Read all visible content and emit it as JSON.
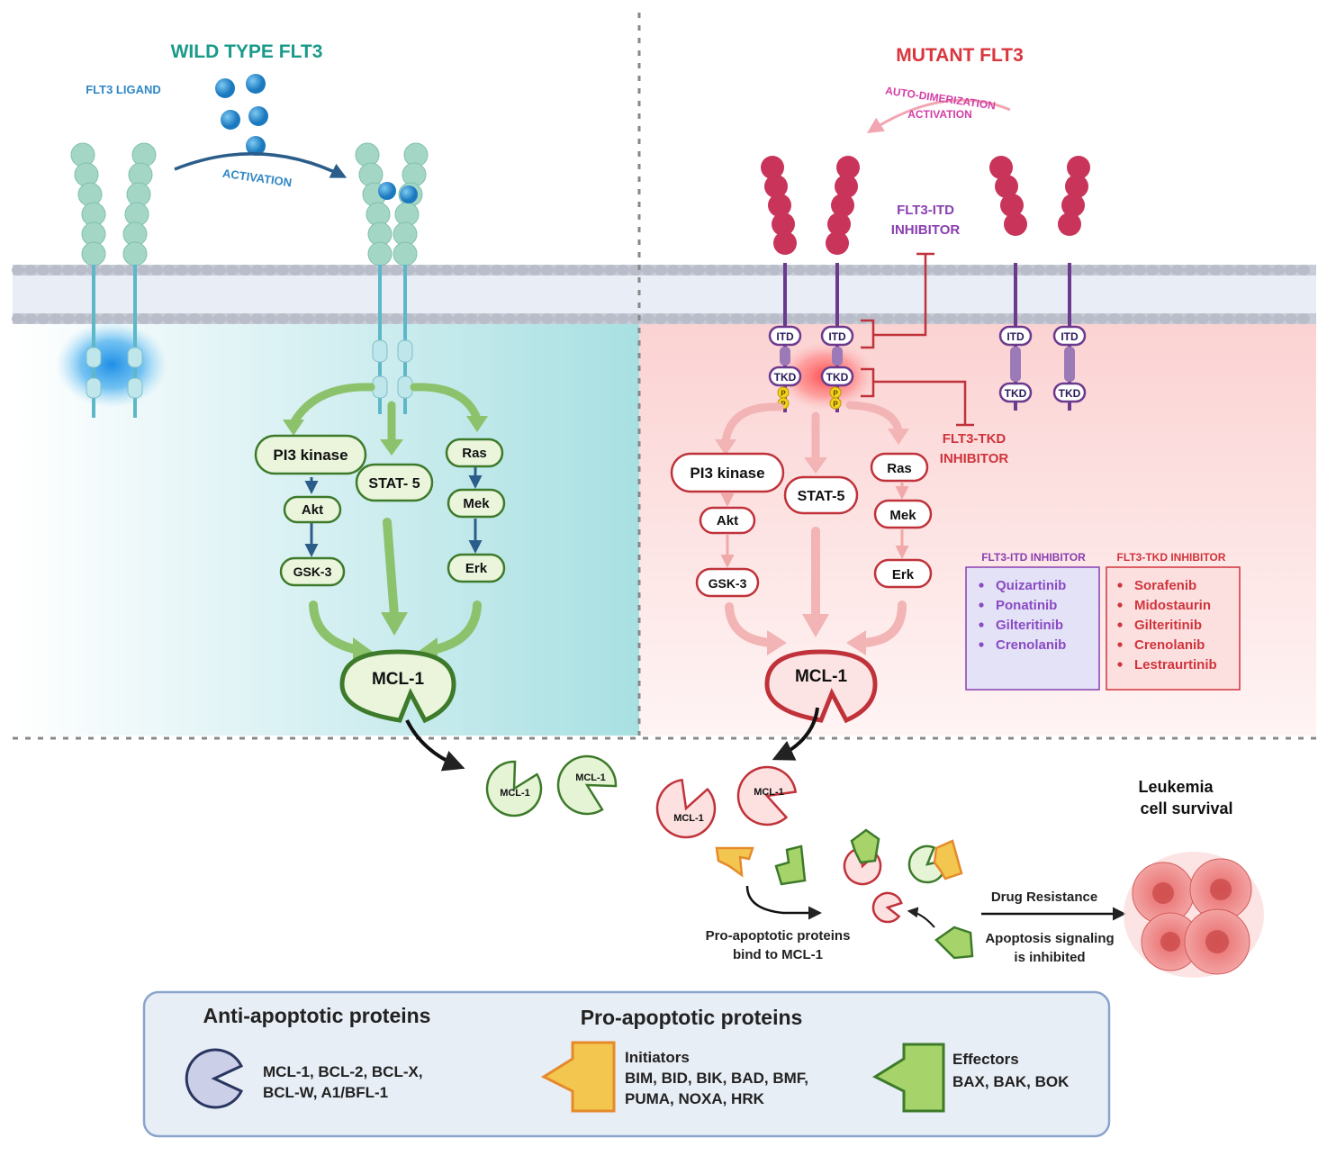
{
  "wild": {
    "title": "WILD TYPE FLT3",
    "ligand_label": "FLT3 LIGAND",
    "activation_label": "ACTIVATION",
    "nodes": {
      "pi3k": "PI3 kinase",
      "stat5": "STAT- 5",
      "ras": "Ras",
      "akt": "Akt",
      "mek": "Mek",
      "gsk3": "GSK-3",
      "erk": "Erk",
      "mcl1": "MCL-1"
    }
  },
  "mutant": {
    "title": "MUTANT FLT3",
    "autodim_line1": "AUTO-DIMERIZATION",
    "autodim_line2": "ACTIVATION",
    "itd_inhibitor_line1": "FLT3-ITD",
    "itd_inhibitor_line2": "INHIBITOR",
    "tkd_inhibitor_line1": "FLT3-TKD",
    "tkd_inhibitor_line2": "INHIBITOR",
    "domain_itd": "ITD",
    "domain_tkd": "TKD",
    "phospho": "P",
    "nodes": {
      "pi3k": "PI3 kinase",
      "stat5": "STAT-5",
      "ras": "Ras",
      "akt": "Akt",
      "mek": "Mek",
      "gsk3": "GSK-3",
      "erk": "Erk",
      "mcl1": "MCL-1"
    }
  },
  "drug_tables": {
    "itd_header": "FLT3-ITD INHIBITOR",
    "itd_drugs": [
      "Quizartinib",
      "Ponatinib",
      "Gilteritinib",
      "Crenolanib"
    ],
    "tkd_header": "FLT3-TKD INHIBITOR",
    "tkd_drugs": [
      "Sorafenib",
      "Midostaurin",
      "Gilteritinib",
      "Crenolanib",
      "Lestraurtinib"
    ]
  },
  "lower": {
    "mcl1_small": "MCL-1",
    "bind_line1": "Pro-apoptotic proteins",
    "bind_line2": "bind to MCL-1",
    "drug_resistance": "Drug Resistance",
    "apoptosis_line1": "Apoptosis signaling",
    "apoptosis_line2": "is inhibited",
    "survival_line1": "Leukemia",
    "survival_line2": "cell survival"
  },
  "legend": {
    "anti_title": "Anti-apoptotic proteins",
    "anti_line1": "MCL-1, BCL-2, BCL-X,",
    "anti_line2": "BCL-W, A1/BFL-1",
    "pro_title": "Pro-apoptotic proteins",
    "init_title": "Initiators",
    "init_line1": "BIM, BID, BIK, BAD, BMF,",
    "init_line2": "PUMA, NOXA, HRK",
    "eff_title": "Effectors",
    "eff_line1": "BAX, BAK, BOK"
  },
  "colors": {
    "wild_title": "#1a9a8a",
    "ligand_blue": "#2f86c6",
    "green_arrow": "#8cc26c",
    "green_dark": "#3d7a2a",
    "green_fill": "#eaf5dc",
    "receptor_teal": "#a4d6c6",
    "mutant_title": "#d9363e",
    "mutant_crimson": "#c8345a",
    "itd_purple": "#8a3fb0",
    "pink_arrow": "#f0b0b0",
    "red_dark": "#c0323a",
    "red_fill": "#fde4e4",
    "initiator_yellow": "#f3c64f",
    "effector_green": "#a6d46a",
    "anti_blue": "#cbd0e8",
    "legend_bg": "#e8eef6"
  }
}
